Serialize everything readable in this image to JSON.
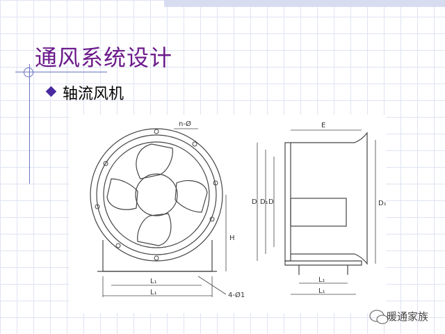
{
  "slide": {
    "title": "通风系统设计",
    "bullet": "轴流风机"
  },
  "drawing": {
    "labels": {
      "bolt_holes": "n-Ø",
      "height": "H",
      "base_length_inner": "L₁",
      "base_length_outer": "L₁",
      "foot_holes": "4-Ø1",
      "length": "E",
      "diameter_1": "D",
      "diameter_2": "D₁",
      "diameter_3": "D",
      "outer_diameter": "D₁",
      "side_base_inner": "L₁",
      "side_base_outer": "L₁"
    }
  },
  "watermark": {
    "text": "暖通家族"
  },
  "colors": {
    "title": "#6b1a8a",
    "bullet": "#4a2aa0",
    "grid": "#dfe3f2",
    "accent_line": "#6a75c0"
  }
}
